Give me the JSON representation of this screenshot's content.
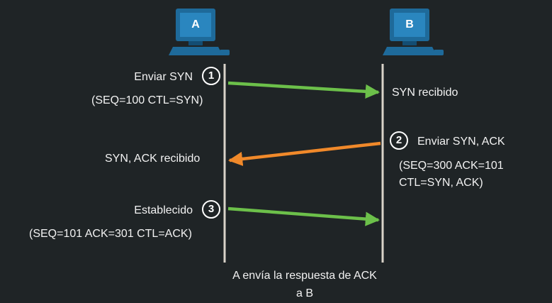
{
  "hosts": {
    "a": {
      "label": "A",
      "icon": "computer-icon"
    },
    "b": {
      "label": "B",
      "icon": "computer-icon"
    }
  },
  "steps": [
    {
      "number": "1",
      "label": "Enviar SYN",
      "detail": "(SEQ=100 CTL=SYN)",
      "received": "SYN recibido"
    },
    {
      "number": "2",
      "label": "Enviar SYN, ACK",
      "detail_line1": "(SEQ=300 ACK=101",
      "detail_line2": "CTL=SYN, ACK)",
      "received": "SYN, ACK recibido"
    },
    {
      "number": "3",
      "label": "Establecido",
      "detail": "(SEQ=101 ACK=301 CTL=ACK)"
    }
  ],
  "caption": {
    "line1": "A envía la respuesta de ACK",
    "line2": "a B"
  },
  "colors": {
    "background": "#1f2426",
    "computer": "#1e6a9a",
    "computer_dark": "#134d73",
    "timeline": "#d8d2c8",
    "arrow_ab": "#6cc04a",
    "arrow_ba": "#f0892a"
  }
}
